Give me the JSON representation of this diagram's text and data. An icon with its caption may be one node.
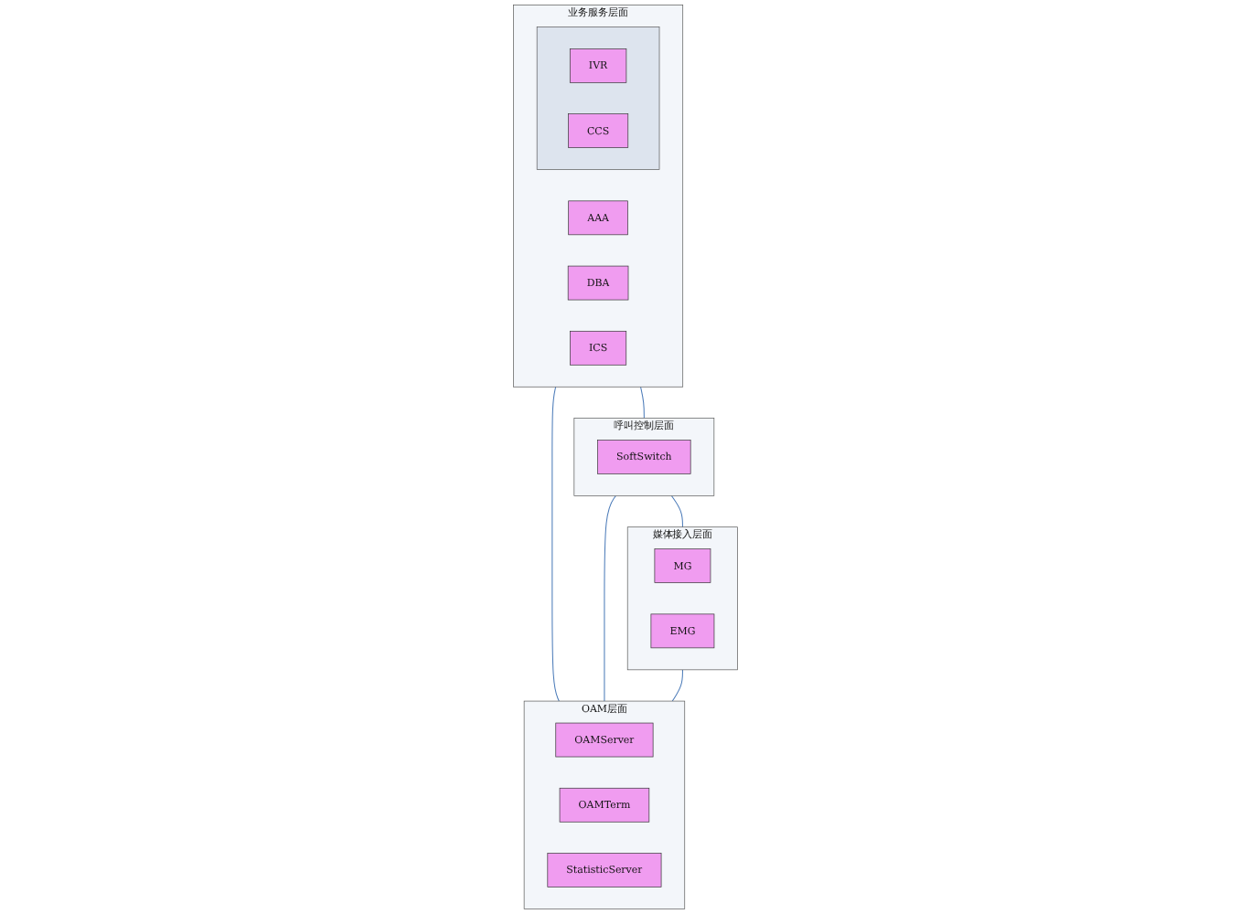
{
  "diagram": {
    "nodes": [
      {
        "text": [
          "业务服务层面"
        ]
      },
      {
        "text": [],
        "shape": "box",
        "in": 0
      },
      {
        "text": [
          "IVR"
        ],
        "in": 1
      },
      {
        "text": [
          "CCS"
        ],
        "in": 1
      },
      {
        "text": [
          "AAA"
        ],
        "in": 0
      },
      {
        "text": [
          "DBA"
        ],
        "in": 0
      },
      {
        "text": [
          "ICS"
        ],
        "in": 0
      },
      {
        "text": [
          "呼叫控制层面"
        ]
      },
      {
        "text": [
          "SoftSwitch"
        ],
        "in": 7
      },
      {
        "text": [
          "媒体接入层面"
        ]
      },
      {
        "text": [
          "MG"
        ],
        "in": 9
      },
      {
        "text": [
          "EMG"
        ],
        "in": 9
      },
      {
        "text": [
          "OAM层面"
        ]
      },
      {
        "text": [
          "OAMServer"
        ],
        "in": 12
      },
      {
        "text": [
          "OAMTerm"
        ],
        "in": 12
      },
      {
        "text": [
          "StatisticServer"
        ],
        "in": 12
      }
    ],
    "edges": [
      {
        "from": 0,
        "to": 7,
        "arrow": "none"
      },
      {
        "from": 7,
        "to": 9,
        "arrow": "none"
      },
      {
        "from": 0,
        "to": 12,
        "arrow": "none"
      },
      {
        "from": 7,
        "to": 12,
        "arrow": "none"
      },
      {
        "from": 9,
        "to": 12,
        "arrow": "none"
      }
    ]
  }
}
